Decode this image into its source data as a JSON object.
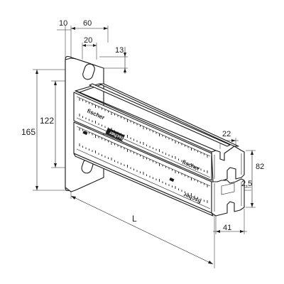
{
  "drawing": {
    "dimensions": {
      "top_offset": "10",
      "top_width": "60",
      "hole_offset": "20",
      "hole_height": "13",
      "plate_height": "165",
      "slot_spacing": "122",
      "channel_width": "22",
      "profile_height": "82",
      "wall_thickness": "2,5",
      "profile_width": "41",
      "length": "L"
    },
    "branding": {
      "logo_text": "fischer"
    }
  }
}
